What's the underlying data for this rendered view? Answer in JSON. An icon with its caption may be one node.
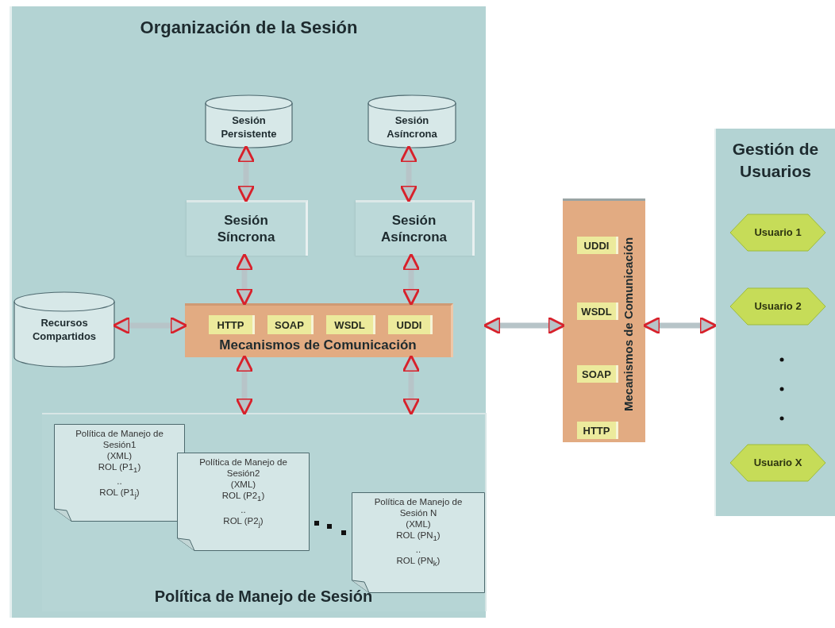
{
  "diagram": {
    "nodes": [
      {
        "text": [
          "Organización de la Sesión"
        ]
      },
      {
        "text": [
          "Sesión Persistente"
        ],
        "in": 0
      },
      {
        "text": [
          "Sesión Asíncrona"
        ],
        "in": 0
      },
      {
        "text": [
          "Sesión Síncrona"
        ],
        "in": 0
      },
      {
        "text": [
          "Sesión Asíncrona"
        ],
        "in": 0
      },
      {
        "text": [
          "Recursos Compartidos"
        ],
        "in": 0
      },
      {
        "text": [
          "Mecanismos de Comunicación"
        ],
        "in": 0
      },
      {
        "text": [
          "HTTP"
        ],
        "in": 6
      },
      {
        "text": [
          "SOAP"
        ],
        "in": 6
      },
      {
        "text": [
          "WSDL"
        ],
        "in": 6
      },
      {
        "text": [
          "UDDI"
        ],
        "in": 6
      },
      {
        "text": [
          "Política de Manejo de Sesión"
        ],
        "in": 0
      },
      {
        "text": [
          "Política de Manejo de Sesión1",
          "(XML)",
          "ROL (P1$_{1}$)",
          "..",
          "ROL (P1$_{j}$)"
        ],
        "in": 11
      },
      {
        "text": [
          "Política de Manejo de Sesión2",
          "(XML)",
          "ROL (P2$_{1}$)",
          "..",
          "ROL (P2$_{j}$)"
        ],
        "in": 11
      },
      {
        "text": [
          "Política de Manejo de Sesión N",
          "(XML)",
          "ROL (PN$_{1}$)",
          "..",
          "ROL (PN$_{k}$)"
        ],
        "in": 11
      },
      {
        "text": [
          "Mecanismos de Comunicación"
        ]
      },
      {
        "text": [
          "UDDI"
        ],
        "in": 15
      },
      {
        "text": [
          "WSDL"
        ],
        "in": 15
      },
      {
        "text": [
          "SOAP"
        ],
        "in": 15
      },
      {
        "text": [
          "HTTP"
        ],
        "in": 15
      },
      {
        "text": [
          "Gestión de Usuarios"
        ]
      },
      {
        "text": [
          "Usuario 1"
        ],
        "in": 20
      },
      {
        "text": [
          "Usuario 2"
        ],
        "in": 20
      },
      {
        "text": [
          "Usuario X"
        ],
        "in": 20
      }
    ],
    "edges": [
      {
        "from": 1,
        "to": 3,
        "arrow": "both"
      },
      {
        "from": 2,
        "to": 4,
        "arrow": "both"
      },
      {
        "from": 3,
        "to": 6,
        "arrow": "both"
      },
      {
        "from": 4,
        "to": 6,
        "arrow": "both"
      },
      {
        "from": 5,
        "to": 6,
        "arrow": "both"
      },
      {
        "from": 6,
        "to": 11,
        "arrow": "both"
      },
      {
        "from": 6,
        "to": 11,
        "arrow": "both"
      },
      {
        "from": 0,
        "to": 15,
        "arrow": "both"
      },
      {
        "from": 15,
        "to": 20,
        "arrow": "both"
      }
    ]
  }
}
